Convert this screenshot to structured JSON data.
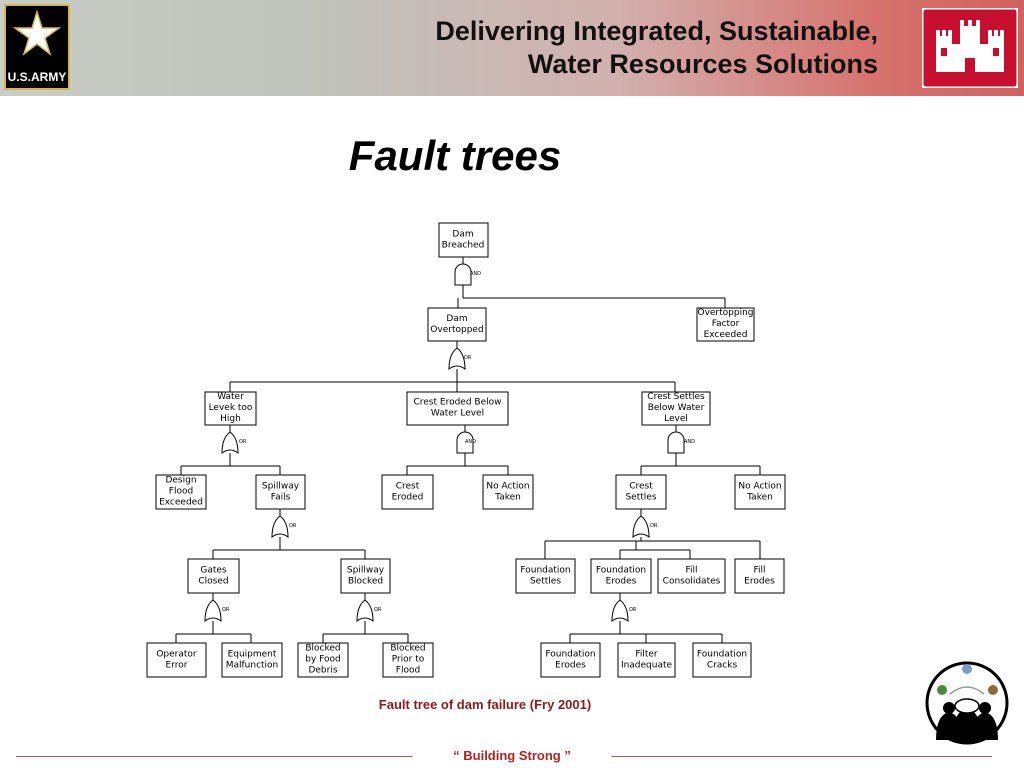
{
  "header": {
    "title_line1": "Delivering Integrated, Sustainable,",
    "title_line2": "Water Resources Solutions",
    "army_logo_text": "U.S.ARMY"
  },
  "slide": {
    "title": "Fault trees"
  },
  "tree": {
    "nodes": {
      "dam_breached": [
        "Dam",
        "Breached"
      ],
      "dam_overtopped": [
        "Dam",
        "Overtopped"
      ],
      "overtopping_factor": [
        "Overtopping",
        "Factor",
        "Exceeded"
      ],
      "water_level_high": [
        "Water",
        "Levek too",
        "High"
      ],
      "crest_eroded_below": [
        "Crest Eroded Below",
        "Water Level"
      ],
      "crest_settles_below": [
        "Crest Settles",
        "Below Water",
        "Level"
      ],
      "design_flood": [
        "Design",
        "Flood",
        "Exceeded"
      ],
      "spillway_fails": [
        "Spillway",
        "Fails"
      ],
      "crest_eroded": [
        "Crest",
        "Eroded"
      ],
      "no_action_1": [
        "No Action",
        "Taken"
      ],
      "crest_settles": [
        "Crest",
        "Settles"
      ],
      "no_action_2": [
        "No Action",
        "Taken"
      ],
      "gates_closed": [
        "Gates",
        "Closed"
      ],
      "spillway_blocked": [
        "Spillway",
        "Blocked"
      ],
      "foundation_settles": [
        "Foundation",
        "Settles"
      ],
      "foundation_erodes_1": [
        "Foundation",
        "Erodes"
      ],
      "fill_consolidates": [
        "Fill",
        "Consolidates"
      ],
      "fill_erodes": [
        "Fill",
        "Erodes"
      ],
      "operator_error": [
        "Operator",
        "Error"
      ],
      "equipment_malfunction": [
        "Equipment",
        "Malfunction"
      ],
      "blocked_debris": [
        "Blocked",
        "by Food",
        "Debris"
      ],
      "blocked_prior": [
        "Blocked",
        "Prior to",
        "Flood"
      ],
      "foundation_erodes_2": [
        "Foundation",
        "Erodes"
      ],
      "filter_inadequate": [
        "Filter",
        "Inadequate"
      ],
      "foundation_cracks": [
        "Foundation",
        "Cracks"
      ]
    },
    "gates": {
      "g_top": "AND",
      "g_overtopped": "OR",
      "g_water": "OR",
      "g_crest_eroded": "AND",
      "g_crest_settles": "AND",
      "g_spillway": "OR",
      "g_settles": "OR",
      "g_gates": "OR",
      "g_blocked": "OR",
      "g_found_erodes": "OR"
    }
  },
  "caption": "Fault tree of dam failure (Fry 2001)",
  "footer": {
    "slogan": "“ Building  Strong ”"
  },
  "colors": {
    "accent_red": "#b22222",
    "caption_red": "#8b1a1a",
    "banner_red": "#d0625e"
  }
}
